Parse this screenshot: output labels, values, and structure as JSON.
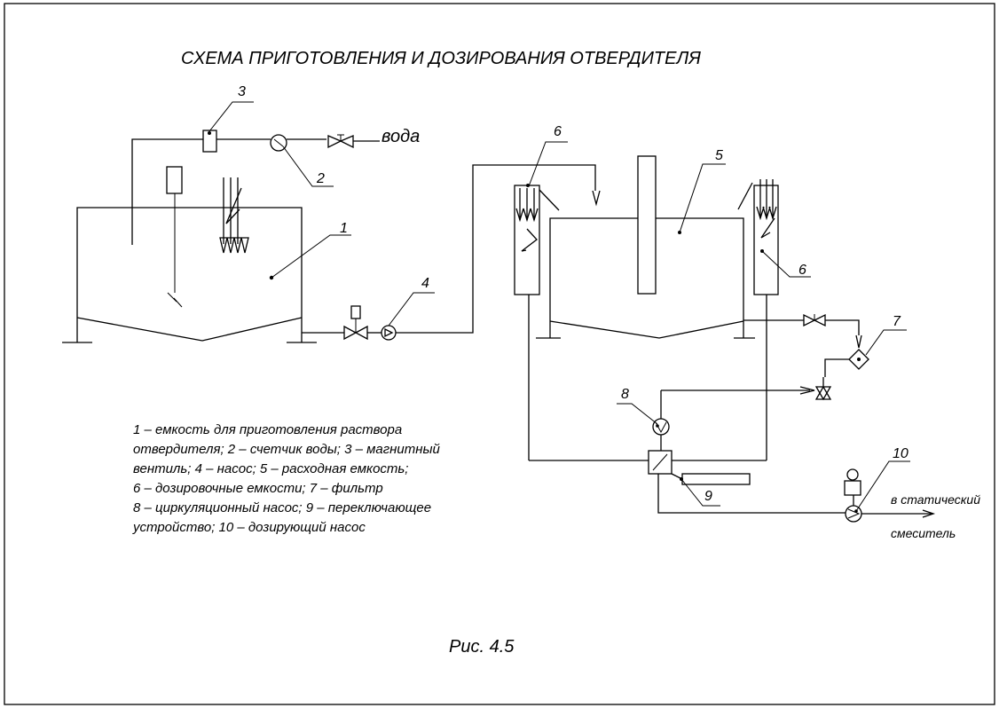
{
  "title": "СХЕМА ПРИГОТОВЛЕНИЯ И ДОЗИРОВАНИЯ ОТВЕРДИТЕЛЯ",
  "labels": {
    "water": "вода",
    "outlet_line1": "в статический",
    "outlet_line2": "смеситель"
  },
  "callouts": [
    "1",
    "2",
    "3",
    "4",
    "5",
    "6",
    "6",
    "7",
    "8",
    "9",
    "10"
  ],
  "legend": [
    "1 – емкость для приготовления раствора",
    "отвердителя; 2 – счетчик воды; 3 – магнитный",
    "вентиль; 4 – насос; 5 – расходная емкость;",
    "6 – дозировочные емкости; 7 – фильтр",
    "8 – циркуляционный насос; 9 – переключающее",
    "устройство; 10 – дозирующий насос"
  ],
  "caption": "Рис. 4.5"
}
